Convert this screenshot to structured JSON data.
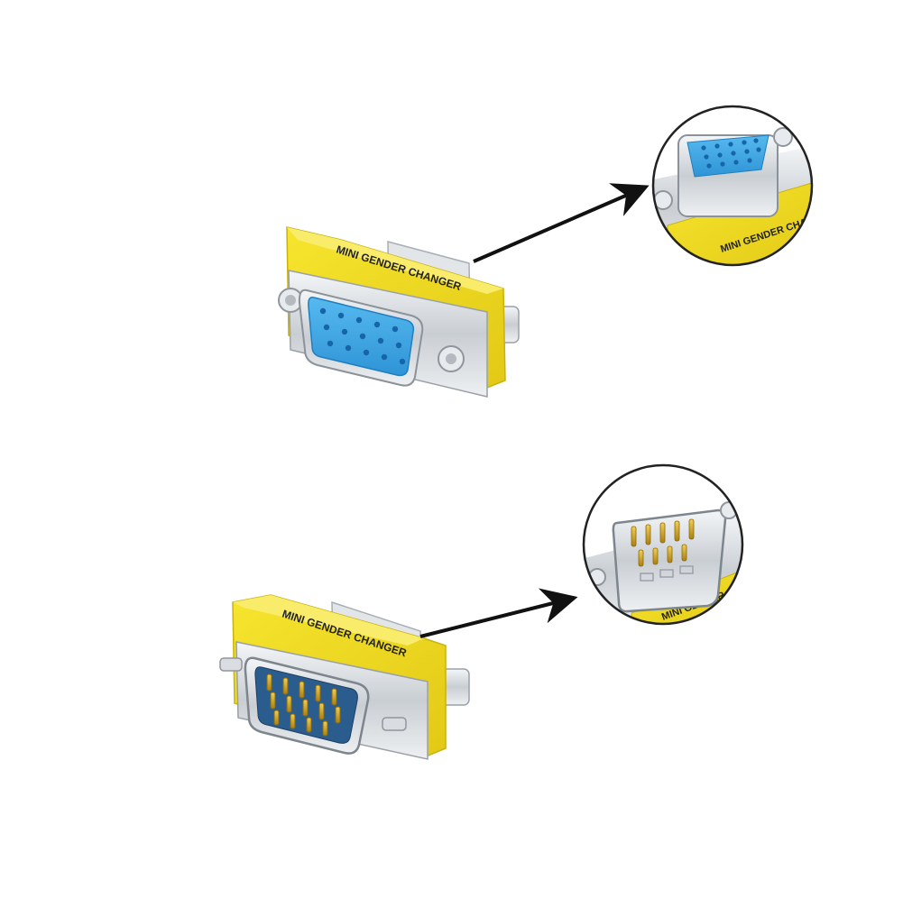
{
  "product": {
    "label_text": "MINI GENDER CHANGER"
  },
  "colors": {
    "yellow": "#f2dd23",
    "yellow_dark": "#c9b20f",
    "metal": "#d9dde1",
    "metal_dark": "#9aa1a8",
    "blue_insulator": "#3aa6e6",
    "pin_hole": "#1565a8",
    "gold_pin": "#c9a12a",
    "arrow": "#111111"
  },
  "icons": {
    "female_adapter": "vga-female-connector",
    "male_adapter": "vga-male-connector",
    "female_zoom": "female-port-closeup",
    "male_zoom": "male-port-closeup",
    "pointer": "arrow"
  }
}
